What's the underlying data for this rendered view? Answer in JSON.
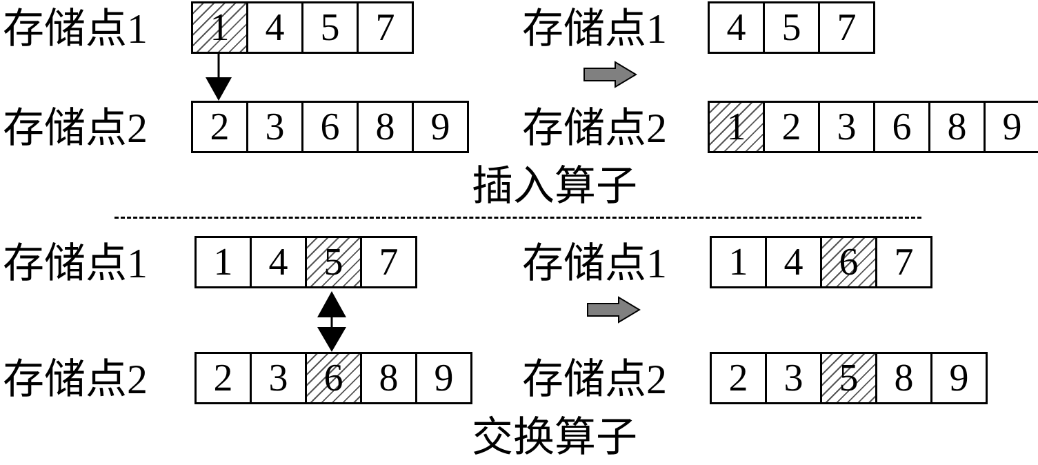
{
  "insert_panel": {
    "before": {
      "node1": {
        "label": "存储点1",
        "cells": [
          {
            "v": "1",
            "hl": true
          },
          {
            "v": "4",
            "hl": false
          },
          {
            "v": "5",
            "hl": false
          },
          {
            "v": "7",
            "hl": false
          }
        ]
      },
      "node2": {
        "label": "存储点2",
        "cells": [
          {
            "v": "2",
            "hl": false
          },
          {
            "v": "3",
            "hl": false
          },
          {
            "v": "6",
            "hl": false
          },
          {
            "v": "8",
            "hl": false
          },
          {
            "v": "9",
            "hl": false
          }
        ]
      }
    },
    "after": {
      "node1": {
        "label": "存储点1",
        "cells": [
          {
            "v": "4",
            "hl": false
          },
          {
            "v": "5",
            "hl": false
          },
          {
            "v": "7",
            "hl": false
          }
        ]
      },
      "node2": {
        "label": "存储点2",
        "cells": [
          {
            "v": "1",
            "hl": true
          },
          {
            "v": "2",
            "hl": false
          },
          {
            "v": "3",
            "hl": false
          },
          {
            "v": "6",
            "hl": false
          },
          {
            "v": "8",
            "hl": false
          },
          {
            "v": "9",
            "hl": false
          }
        ]
      }
    },
    "caption": "插入算子"
  },
  "swap_panel": {
    "before": {
      "node1": {
        "label": "存储点1",
        "cells": [
          {
            "v": "1",
            "hl": false
          },
          {
            "v": "4",
            "hl": false
          },
          {
            "v": "5",
            "hl": true
          },
          {
            "v": "7",
            "hl": false
          }
        ]
      },
      "node2": {
        "label": "存储点2",
        "cells": [
          {
            "v": "2",
            "hl": false
          },
          {
            "v": "3",
            "hl": false
          },
          {
            "v": "6",
            "hl": true
          },
          {
            "v": "8",
            "hl": false
          },
          {
            "v": "9",
            "hl": false
          }
        ]
      }
    },
    "after": {
      "node1": {
        "label": "存储点1",
        "cells": [
          {
            "v": "1",
            "hl": false
          },
          {
            "v": "4",
            "hl": false
          },
          {
            "v": "6",
            "hl": true
          },
          {
            "v": "7",
            "hl": false
          }
        ]
      },
      "node2": {
        "label": "存储点2",
        "cells": [
          {
            "v": "2",
            "hl": false
          },
          {
            "v": "3",
            "hl": false
          },
          {
            "v": "5",
            "hl": true
          },
          {
            "v": "8",
            "hl": false
          },
          {
            "v": "9",
            "hl": false
          }
        ]
      }
    },
    "caption": "交换算子"
  },
  "colors": {
    "arrow_fill": "#808080",
    "line": "#000000",
    "hatch": "#555555"
  }
}
